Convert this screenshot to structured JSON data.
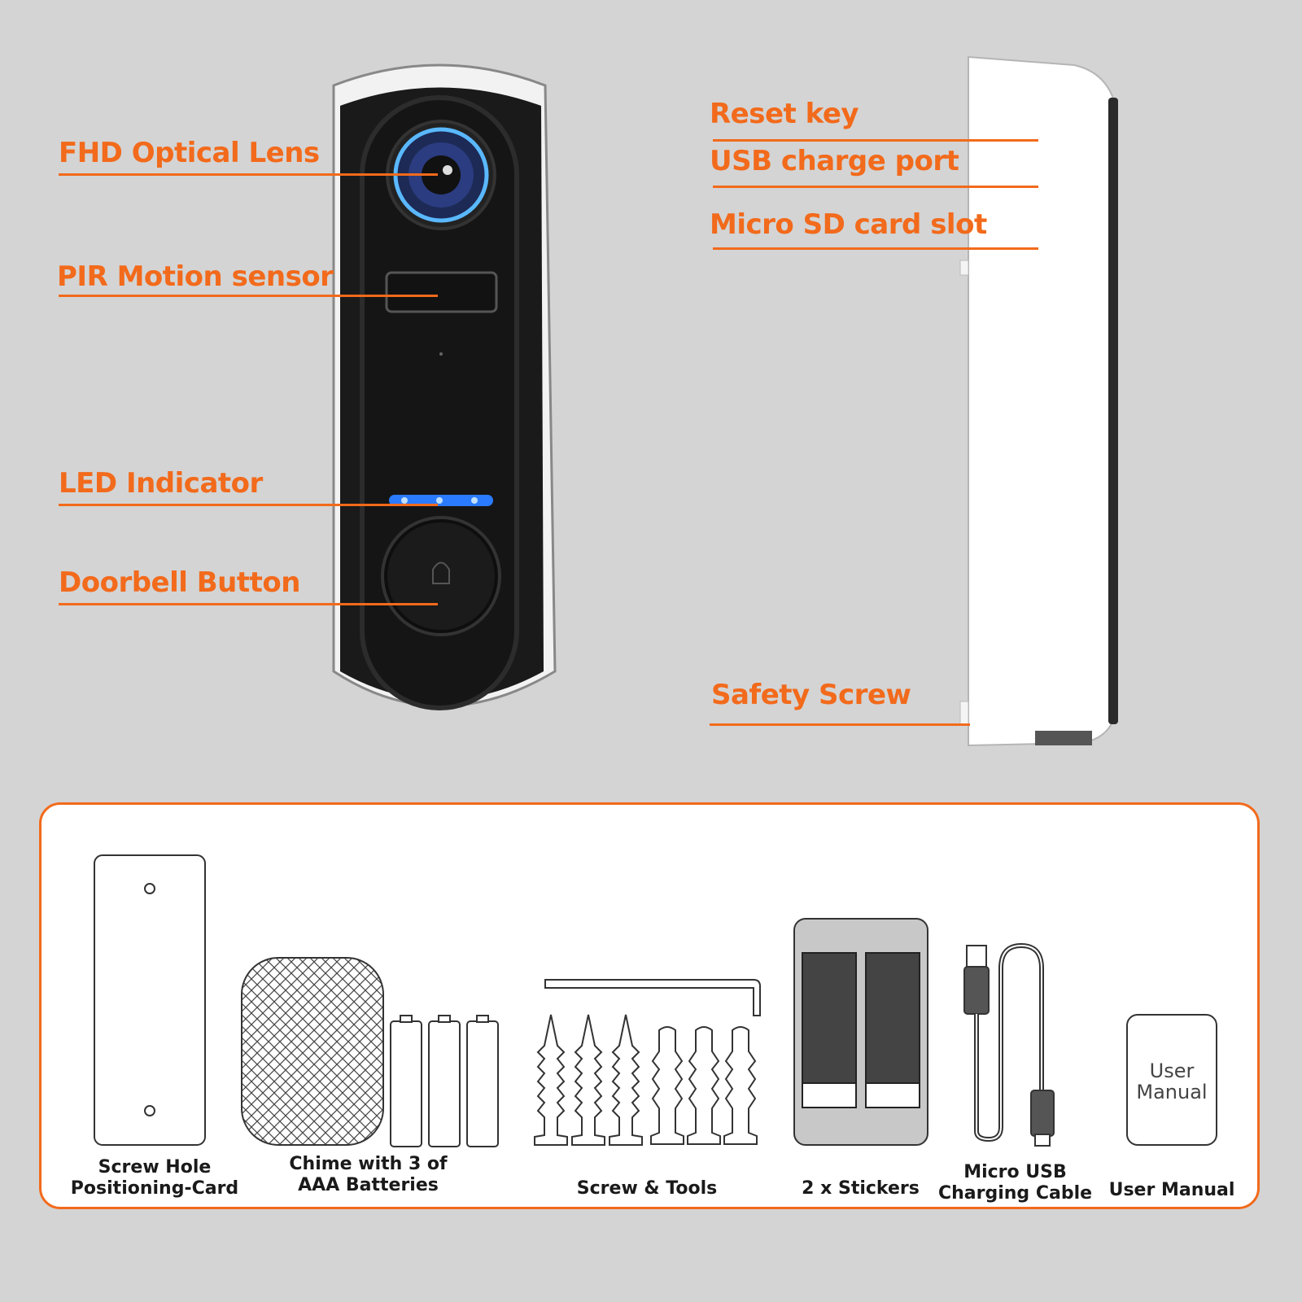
{
  "callouts_front": {
    "lens": "FHD Optical Lens",
    "pir": "PIR Motion sensor",
    "led": "LED Indicator",
    "button": "Doorbell Button"
  },
  "callouts_side": {
    "reset": "Reset key",
    "usb": "USB charge port",
    "sd": "Micro SD card slot",
    "screw": "Safety Screw"
  },
  "package": {
    "items": [
      {
        "label": "Screw Hole\nPositioning-Card"
      },
      {
        "label": "Chime with 3 of\nAAA Batteries"
      },
      {
        "label": "Screw & Tools"
      },
      {
        "label": "2 x Stickers"
      },
      {
        "label": "Micro USB\nCharging Cable"
      },
      {
        "label": "User Manual"
      }
    ],
    "manual_cover": "User\nManual"
  },
  "colors": {
    "accent": "#f26a1b",
    "led": "#2a7bff",
    "background": "#d4d4d4"
  }
}
